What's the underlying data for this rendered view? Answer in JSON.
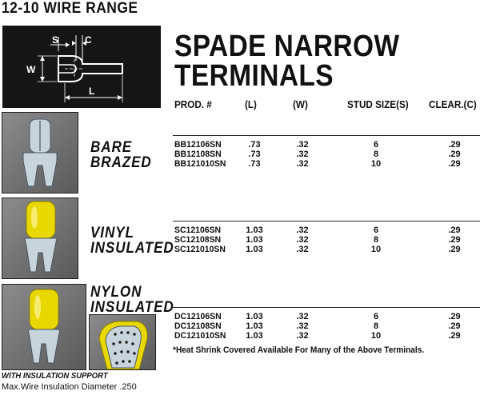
{
  "header": {
    "range_title": "12-10 WIRE RANGE",
    "title_line1": "SPADE NARROW",
    "title_line2": "TERMINALS"
  },
  "diagram": {
    "labels": {
      "s": "S",
      "c": "C",
      "w": "W",
      "l": "L"
    },
    "background": "#151515",
    "line_color": "#ffffff"
  },
  "columns": {
    "prod": "PROD. #",
    "l": "(L)",
    "w": "(W)",
    "stud": "STUD SIZE(S)",
    "clear": "CLEAR.(C)"
  },
  "groups": [
    {
      "label_line1": "BARE",
      "label_line2": "BRAZED",
      "photo_icon": "bare-brazed-spade-terminal",
      "rows": [
        {
          "prod": "BB12106SN",
          "l": ".73",
          "w": ".32",
          "stud": "6",
          "clear": ".29"
        },
        {
          "prod": "BB12108SN",
          "l": ".73",
          "w": ".32",
          "stud": "8",
          "clear": ".29"
        },
        {
          "prod": "BB121010SN",
          "l": ".73",
          "w": ".32",
          "stud": "10",
          "clear": ".29"
        }
      ]
    },
    {
      "label_line1": "VINYL",
      "label_line2": "INSULATED",
      "photo_icon": "vinyl-insulated-spade-terminal",
      "rows": [
        {
          "prod": "SC12106SN",
          "l": "1.03",
          "w": ".32",
          "stud": "6",
          "clear": ".29"
        },
        {
          "prod": "SC12108SN",
          "l": "1.03",
          "w": ".32",
          "stud": "8",
          "clear": ".29"
        },
        {
          "prod": "SC121010SN",
          "l": "1.03",
          "w": ".32",
          "stud": "10",
          "clear": ".29"
        }
      ]
    },
    {
      "label_line1": "NYLON",
      "label_line2": "INSULATED",
      "photo_icon": "nylon-insulated-spade-terminal",
      "rows": [
        {
          "prod": "DC12106SN",
          "l": "1.03",
          "w": ".32",
          "stud": "6",
          "clear": ".29"
        },
        {
          "prod": "DC12108SN",
          "l": "1.03",
          "w": ".32",
          "stud": "8",
          "clear": ".29"
        },
        {
          "prod": "DC121010SN",
          "l": "1.03",
          "w": ".32",
          "stud": "10",
          "clear": ".29"
        }
      ]
    }
  ],
  "footnote": "*Heat Shrink Covered Available For Many of the Above Terminals.",
  "support": {
    "label": "WITH INSULATION SUPPORT",
    "desc": "Max.Wire Insulation Diameter .250"
  },
  "colors": {
    "insulation_yellow": "#e8d800",
    "metal": "#c8d4dc",
    "photo_bg": "#6e6e6e"
  }
}
